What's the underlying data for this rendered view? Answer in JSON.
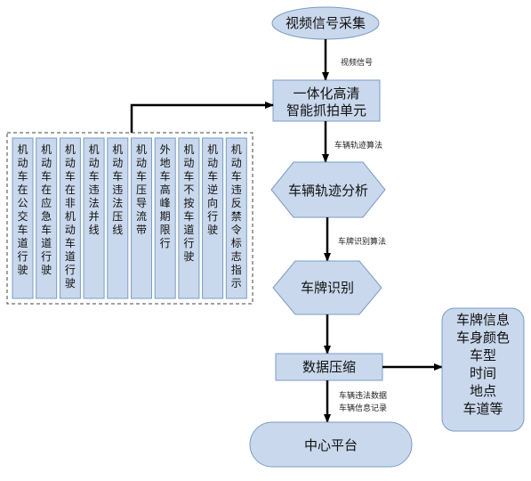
{
  "nodes": {
    "capture": "视频信号采集",
    "camera_line1": "一体化高清",
    "camera_line2": "智能抓拍单元",
    "track_analysis": "车辆轨迹分析",
    "plate_recognition": "车牌识别",
    "compression": "数据压缩",
    "center": "中心平台"
  },
  "edge_labels": {
    "video_signal": "视频信号",
    "track_algorithm": "车辆轨迹算法",
    "plate_algorithm": "车牌识别算法",
    "violation_data": "车辆违法数据",
    "vehicle_info": "车辆信息记录"
  },
  "violations": [
    "机动车在公交车道行驶",
    "机动车在应急车道行驶",
    "机动车在非机动车道行驶",
    "机动车违法并线",
    "机动车违法压线",
    "机动车压导流带",
    "外地车高峰期限行",
    "机动车不按车道行驶",
    "机动车逆向行驶",
    "机动车违反禁令标志指示"
  ],
  "output_info": [
    "车牌信息",
    "车身颜色",
    "车型",
    "时间",
    "地点",
    "车道等"
  ],
  "colors": {
    "node_fill": "#c9d8ec",
    "node_stroke": "#7a9cc4",
    "violation_fill": "#c9d8ec",
    "arrow": "#000000"
  }
}
